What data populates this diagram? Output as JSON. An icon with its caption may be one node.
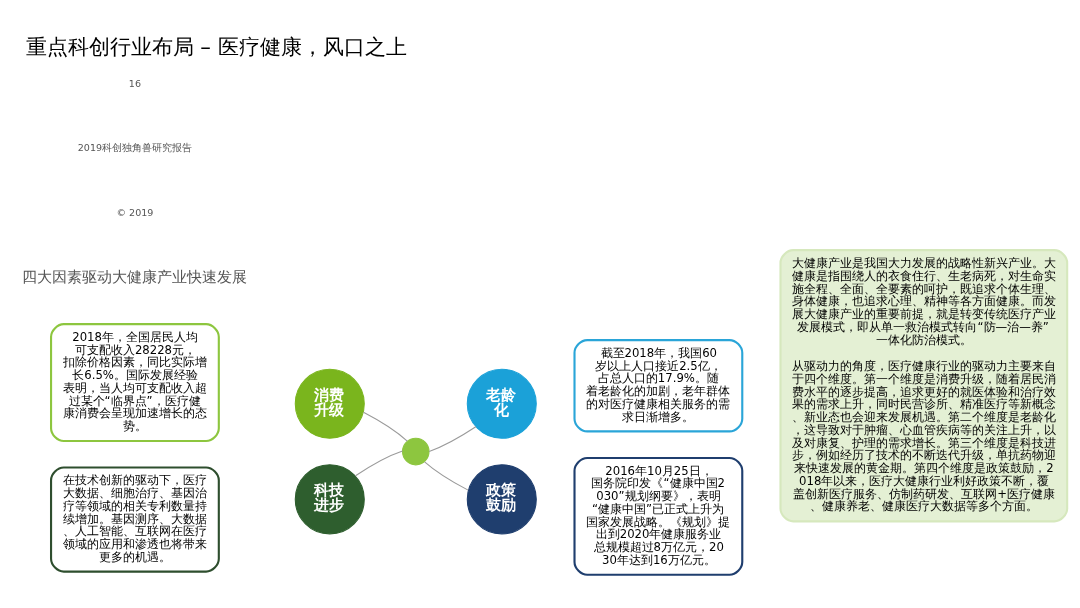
{
  "diagram": {
    "title": "重点科创行业布局 – 医疗健康，风口之上",
    "nodes": [
      {
        "text": [
          "2018年，全国居民人均可支配收入28228元，扣除价格因素，同比实际增长6.5%。国际发展经验表明，当人均可支配收入超过某个“临界点”，医疗健康消费会呈现加速增长的态势。"
        ]
      },
      {
        "text": [
          "消费升级"
        ]
      },
      {
        "text": [
          "老龄化"
        ]
      },
      {
        "text": [
          "截至2018年，我国60岁以上人口接近2.5亿，占总人口的17.9%。随着老龄化的加剧，老年群体的对医疗健康相关服务的需求日渐增多。"
        ]
      },
      {
        "text": [],
        "shape": "circle"
      },
      {
        "text": [
          "在技术创新的驱动下，医疗大数据、细胞治疗、基因治疗等领域的相关专利数量持续增加。基因测序、大数据、人工智能、互联网在医疗领域的应用和渗透也将带来更多的机遇。"
        ]
      },
      {
        "text": [
          "科技进步"
        ]
      },
      {
        "text": [
          "政策鼓励"
        ]
      },
      {
        "text": [
          "2016年10月25日，国务院印发《“健康中国2030”规划纲要》，表明“健康中国”已正式上升为国家发展战略。《规划》提出到2020年健康服务业总规模超过8万亿元，2030年达到16万亿元。"
        ]
      },
      {
        "text": [
          "大健康产业是我国大力发展的战略性新兴产业。大健康是指围绕人的衣食住行、生老病死，对生命实施全程、全面、全要素的呵护，既追求个体生理、身体健康，也追求心理、精神等各方面健康。而发展大健康产业的重要前提，就是转变传统医疗产业发展模式，即从单一救治模式转向“防—治—养”一体化防治模式。",
          "从驱动力的角度，医疗健康行业的驱动力主要来自于四个维度。第一个维度是消费升级，随着居民消费水平的逐步提高，追求更好的就医体验和治疗效果的需求上升，同时民营诊所、精准医疗等新概念、新业态也会迎来发展机遇。第二个维度是老龄化，这导致对于肿瘤、心血管疾病等的关注上升，以及对康复、护理的需求增长。第三个维度是科技进步，例如经历了技术的不断迭代升级，单抗药物迎来快速发展的黄金期。第四个维度是政策鼓励，2018年以来，医疗大健康行业利好政策不断，覆盖创新医疗服务、仿制药研发、互联网+医疗健康、健康养老、健康医疗大数据等多个方面。"
        ]
      }
    ],
    "edges": [
      {
        "from": 4,
        "to": 1,
        "arrow": "none"
      },
      {
        "from": 4,
        "to": 2,
        "arrow": "none"
      },
      {
        "from": 4,
        "to": 6,
        "arrow": "none"
      },
      {
        "from": 4,
        "to": 7,
        "arrow": "none"
      }
    ],
    "labels": [
      "四大因素驱动大健康产业快速发展",
      "© 2019",
      "2019科创独角兽研究报告",
      "16"
    ]
  }
}
